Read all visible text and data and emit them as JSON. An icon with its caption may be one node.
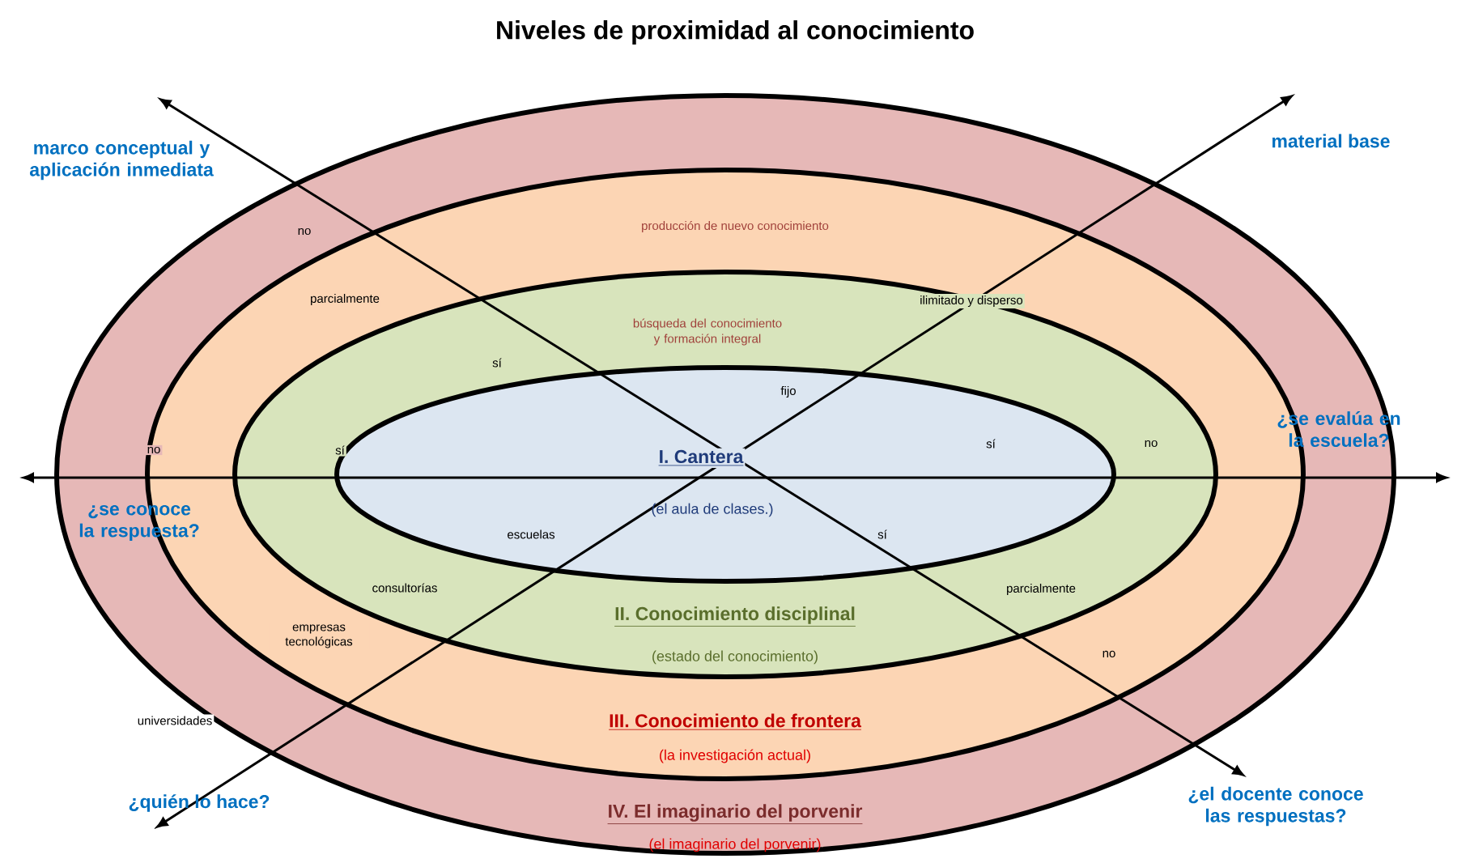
{
  "diagram": {
    "title": "Niveles de proximidad al conocimiento",
    "nodes": [
      {
        "text": [
          "IV. El imaginario del porvenir",
          "(el imaginario del porvenir)"
        ]
      },
      {
        "text": [
          "producción de nuevo conocimiento",
          "III. Conocimiento de frontera",
          "(la investigación actual)"
        ],
        "in": 0
      },
      {
        "text": [
          "búsqueda del conocimiento y formación integral",
          "II. Conocimiento disciplinal",
          "(estado del conocimiento)"
        ],
        "in": 1
      },
      {
        "text": [
          "I. Cantera",
          "(el aula de clases.)"
        ],
        "in": 2
      }
    ],
    "labels": [
      "marco conceptual y aplicación inmediata",
      "material base",
      "no",
      "parcialmente",
      "ilimitado y disperso",
      "sí",
      "fijo",
      "¿se evalúa en la escuela?",
      "no",
      "sí",
      "sí",
      "no",
      "¿se conoce la respuesta?",
      "escuelas",
      "sí",
      "consultorías",
      "parcialmente",
      "empresas tecnológicas",
      "no",
      "universidades",
      "¿quién lo hace?",
      "¿el docente conoce las respuestas?"
    ]
  }
}
